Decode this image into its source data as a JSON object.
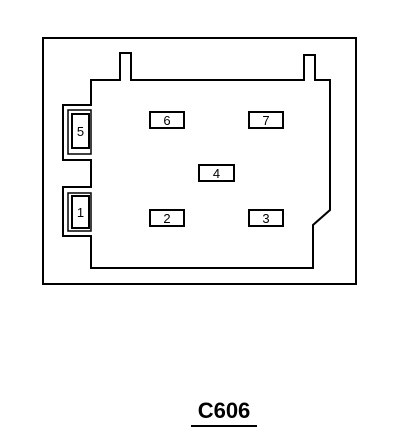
{
  "connector": {
    "title": "C606",
    "pins": {
      "p1": "1",
      "p2": "2",
      "p3": "3",
      "p4": "4",
      "p5": "5",
      "p6": "6",
      "p7": "7"
    }
  },
  "colors": {
    "line": "#000000",
    "background": "#ffffff"
  }
}
